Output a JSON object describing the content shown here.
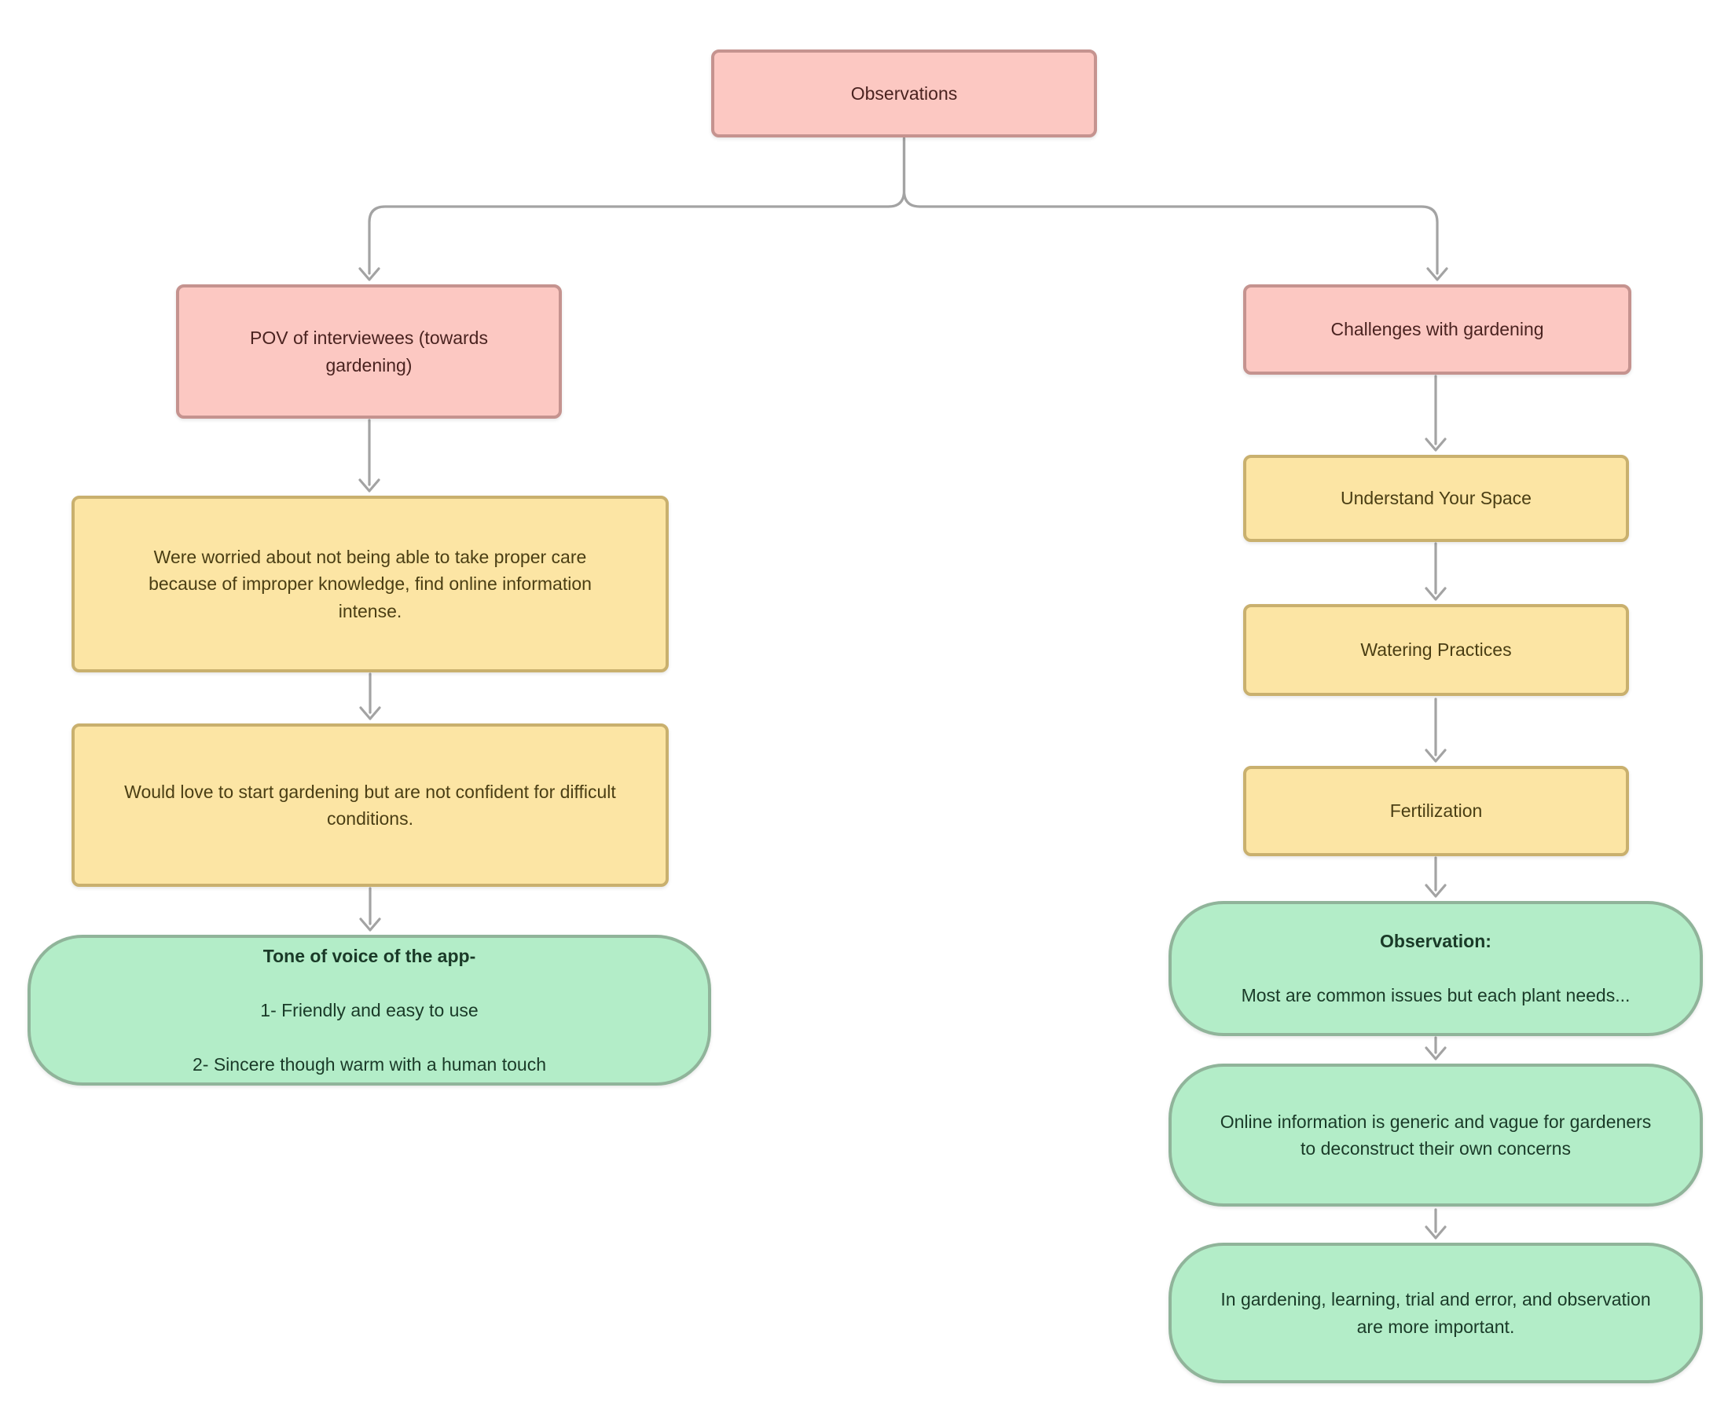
{
  "colors": {
    "canvas_bg": "#ffffff",
    "edge_color": "#a3a3a3",
    "pink_fill": "#fcc8c2",
    "pink_border": "#c5938f",
    "pink_text": "#4a2320",
    "yellow_fill": "#fce5a4",
    "yellow_border": "#c9b06e",
    "yellow_text": "#4a3e14",
    "green_fill": "#b3edc8",
    "green_border": "#90b49a",
    "green_text": "#1a3a28"
  },
  "nodes": {
    "observations": {
      "label": "Observations"
    },
    "pov": {
      "label": "POV of interviewees (towards\ngardening)"
    },
    "challenges": {
      "label": "Challenges with gardening"
    },
    "worried": {
      "label": "Were worried about not being able to take proper care\nbecause of improper knowledge, find online information\nintense."
    },
    "would_love": {
      "label": "Would love to start gardening but are not confident for difficult\nconditions."
    },
    "tone": {
      "title": "Tone of voice of the app-",
      "items": [
        "1- Friendly and easy to use",
        "2- Sincere though warm with a human touch"
      ]
    },
    "understand": {
      "label": "Understand Your Space"
    },
    "watering": {
      "label": "Watering Practices"
    },
    "fertilization": {
      "label": "Fertilization"
    },
    "observation_note": {
      "title": "Observation:",
      "body": "Most are common issues but each plant needs..."
    },
    "online_info": {
      "label": "Online information is generic and vague for gardeners\nto deconstruct their own concerns"
    },
    "trial_error": {
      "label": "In gardening, learning, trial and error, and observation\nare more important."
    }
  }
}
